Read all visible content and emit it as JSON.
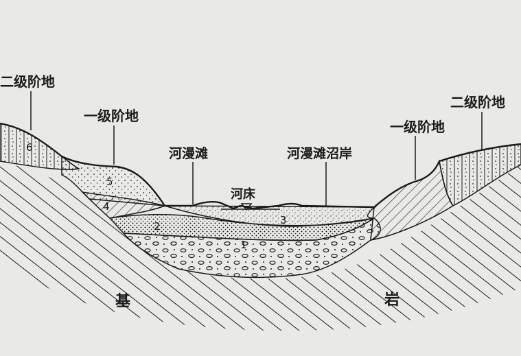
{
  "labels": {
    "terrace2_left": "二级阶地",
    "terrace1_left": "一级阶地",
    "floodplain": "河漫滩",
    "floodplain_marsh": "河漫滩沼岸",
    "terrace1_right": "一级阶地",
    "terrace2_right": "二级阶地",
    "riverbed": "河床",
    "bedrock_left": "基",
    "bedrock_right": "岩"
  },
  "layer_numbers": {
    "n6": "6",
    "n5": "5",
    "n4": "4",
    "n2": "2",
    "n3": "3",
    "n1": "1"
  },
  "colors": {
    "background": "#e9e9e6",
    "ink": "#1a1a1a"
  }
}
